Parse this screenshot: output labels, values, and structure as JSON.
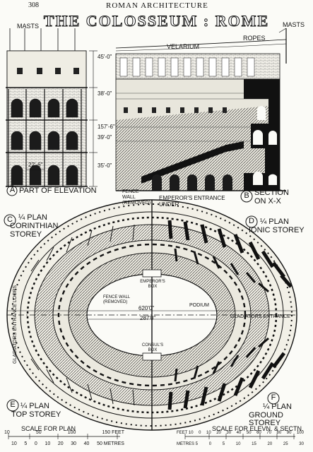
{
  "header": {
    "page_number": "308",
    "running_title": "ROMAN ARCHITECTURE",
    "title": "THE COLOSSEUM : ROME"
  },
  "elevation": {
    "masts_label": "MASTS",
    "dimension_total": "157'-6\"",
    "dimension_attic": "45'-0\"",
    "dimension_third": "38'-0\"",
    "dimension_second": "39'-0\"",
    "dimension_ground": "35'-0\"",
    "bay_dimension": "22'-6\"",
    "caption_letter": "A",
    "caption_text": "PART OF ELEVATION"
  },
  "section": {
    "masts_label": "MASTS",
    "ropes_label": "ROPES",
    "velarium_label": "VELARIUM",
    "fence_wall_label": "FENCE WALL (REMOVED)",
    "caption_letter": "B",
    "caption_text_1": "SECTION",
    "caption_text_2": "ON X-X"
  },
  "plan": {
    "emperor_entrance": "EMPEROR'S ENTRANCE UNDER",
    "gladiators_entrance_left": "GLADIATORS ENTRANCE LOOPS",
    "gladiators_entrance_right": "GLADIATORS ENTRANCE",
    "emperors_box": "EMPEROR'S BOX",
    "consuls_box": "CONSUL'S BOX",
    "fence_wall": "FENCE WALL (REMOVED)",
    "podium": "PODIUM",
    "dim_major": "620'0\"",
    "dim_arena": "287'0\"",
    "c_letter": "C",
    "c_text_1": "¼ PLAN",
    "c_text_2": "CORINTHIAN",
    "c_text_3": "STOREY",
    "d_letter": "D",
    "d_text_1": "¼ PLAN",
    "d_text_2": "IONIC STOREY",
    "e_letter": "E",
    "e_text_1": "¼ PLAN",
    "e_text_2": "TOP STOREY",
    "f_letter": "F",
    "f_text_1": "¼ PLAN",
    "f_text_2": "GROUND STOREY"
  },
  "scales": {
    "plan_label": "SCALE FOR PLAN",
    "plan_feet_ticks": [
      "10",
      "50",
      "100",
      "150 FEET"
    ],
    "plan_metre_ticks": [
      "10",
      "5",
      "0",
      "10",
      "20",
      "30",
      "40",
      "50 METRES"
    ],
    "elev_label": "SCALE FOR ELEVN. & SECTN.",
    "elev_feet_ticks": [
      "FEET 10",
      "0",
      "10",
      "20",
      "30",
      "40",
      "50",
      "60",
      "70",
      "80",
      "90",
      "100"
    ],
    "elev_metre_ticks": [
      "METRES 5",
      "0",
      "5",
      "10",
      "15",
      "20",
      "25",
      "30"
    ]
  }
}
